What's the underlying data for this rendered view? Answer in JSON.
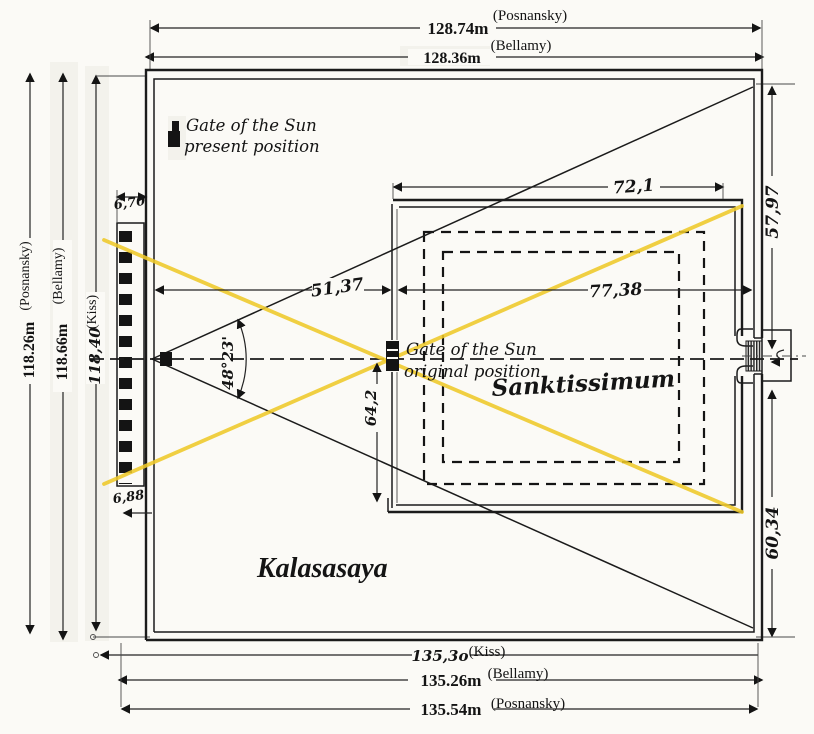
{
  "diagram": {
    "site_label": "Kalasasaya",
    "sanctum_label": "Sanktissimum",
    "gate_present": {
      "line1": "Gate of the Sun",
      "line2": "present position"
    },
    "gate_original": {
      "line1": "Gate of the Sun",
      "line2": "original position"
    },
    "angle": "48°23'"
  },
  "measurements": {
    "top": {
      "posnansky": {
        "value": "128.74m",
        "source": "(Posnansky)"
      },
      "bellamy": {
        "value": "128.36m",
        "source": "(Bellamy)"
      }
    },
    "left": {
      "posnansky": {
        "value": "118.26m",
        "source": "(Posnansky)"
      },
      "bellamy": {
        "value": "118.66m",
        "source": "(Bellamy)"
      },
      "kiss": {
        "value": "118,40",
        "source": "(Kiss)"
      }
    },
    "bottom": {
      "kiss": {
        "value": "135,3o",
        "source": "(Kiss)"
      },
      "bellamy": {
        "value": "135.26m",
        "source": "(Bellamy)"
      },
      "posnansky": {
        "value": "135.54m",
        "source": "(Posnansky)"
      }
    },
    "right": {
      "north_segment": "57,97",
      "south_segment": "60,34"
    },
    "interior": {
      "sanctum_top_width": "72,1",
      "sanctum_mid_width": "77,38",
      "west_wall_to_gate": "51,37",
      "gate_to_south_wall": "64,2",
      "balcony_north": "6,70",
      "balcony_south": "6,88"
    }
  },
  "colors": {
    "paper": "#fbfaf6",
    "ink": "#141414",
    "highlight_yellow": "#eec829"
  }
}
